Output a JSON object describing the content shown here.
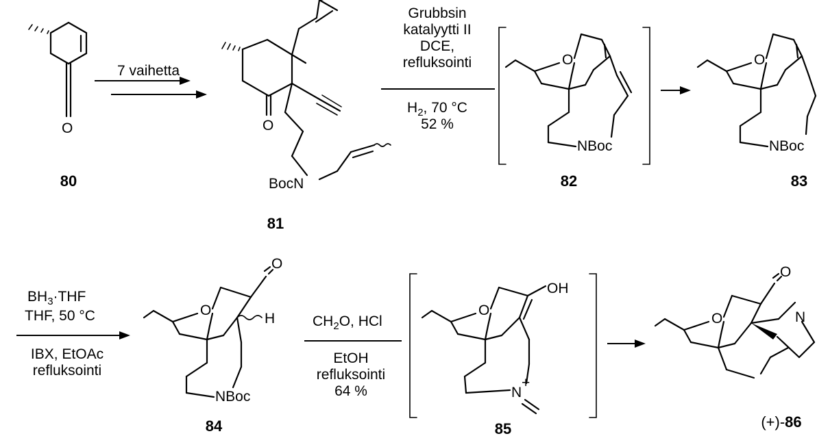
{
  "compounds": {
    "c80": "80",
    "c81": "81",
    "c82": "82",
    "c83": "83",
    "c84": "84",
    "c85": "85",
    "c86_prefix": "(+)-",
    "c86": "86"
  },
  "atoms": {
    "o": "O",
    "bocn": "BocN",
    "nboc": "NBoc",
    "h": "H",
    "oh": "OH",
    "n": "N",
    "plus": "+"
  },
  "steps": {
    "s1": {
      "above": "7 vaihetta"
    },
    "s2": {
      "above": [
        "Grubbsin",
        "katalyytti II",
        "DCE,",
        "refluksointi"
      ],
      "below_h2": "H",
      "below_h2_sub": "2",
      "below_h2_rest": ", 70 °C",
      "below_yield": "52 %"
    },
    "s4": {
      "above_bh3": "BH",
      "above_bh3_sub": "3",
      "above_bh3_rest": "·THF",
      "above2": "THF, 50 °C",
      "below": [
        "IBX, EtOAc",
        "refluksointi"
      ]
    },
    "s5": {
      "above_ch2o": "CH",
      "above_ch2o_sub": "2",
      "above_ch2o_rest": "O, HCl",
      "below": [
        "EtOH",
        "refluksointi",
        "64 %"
      ]
    }
  }
}
